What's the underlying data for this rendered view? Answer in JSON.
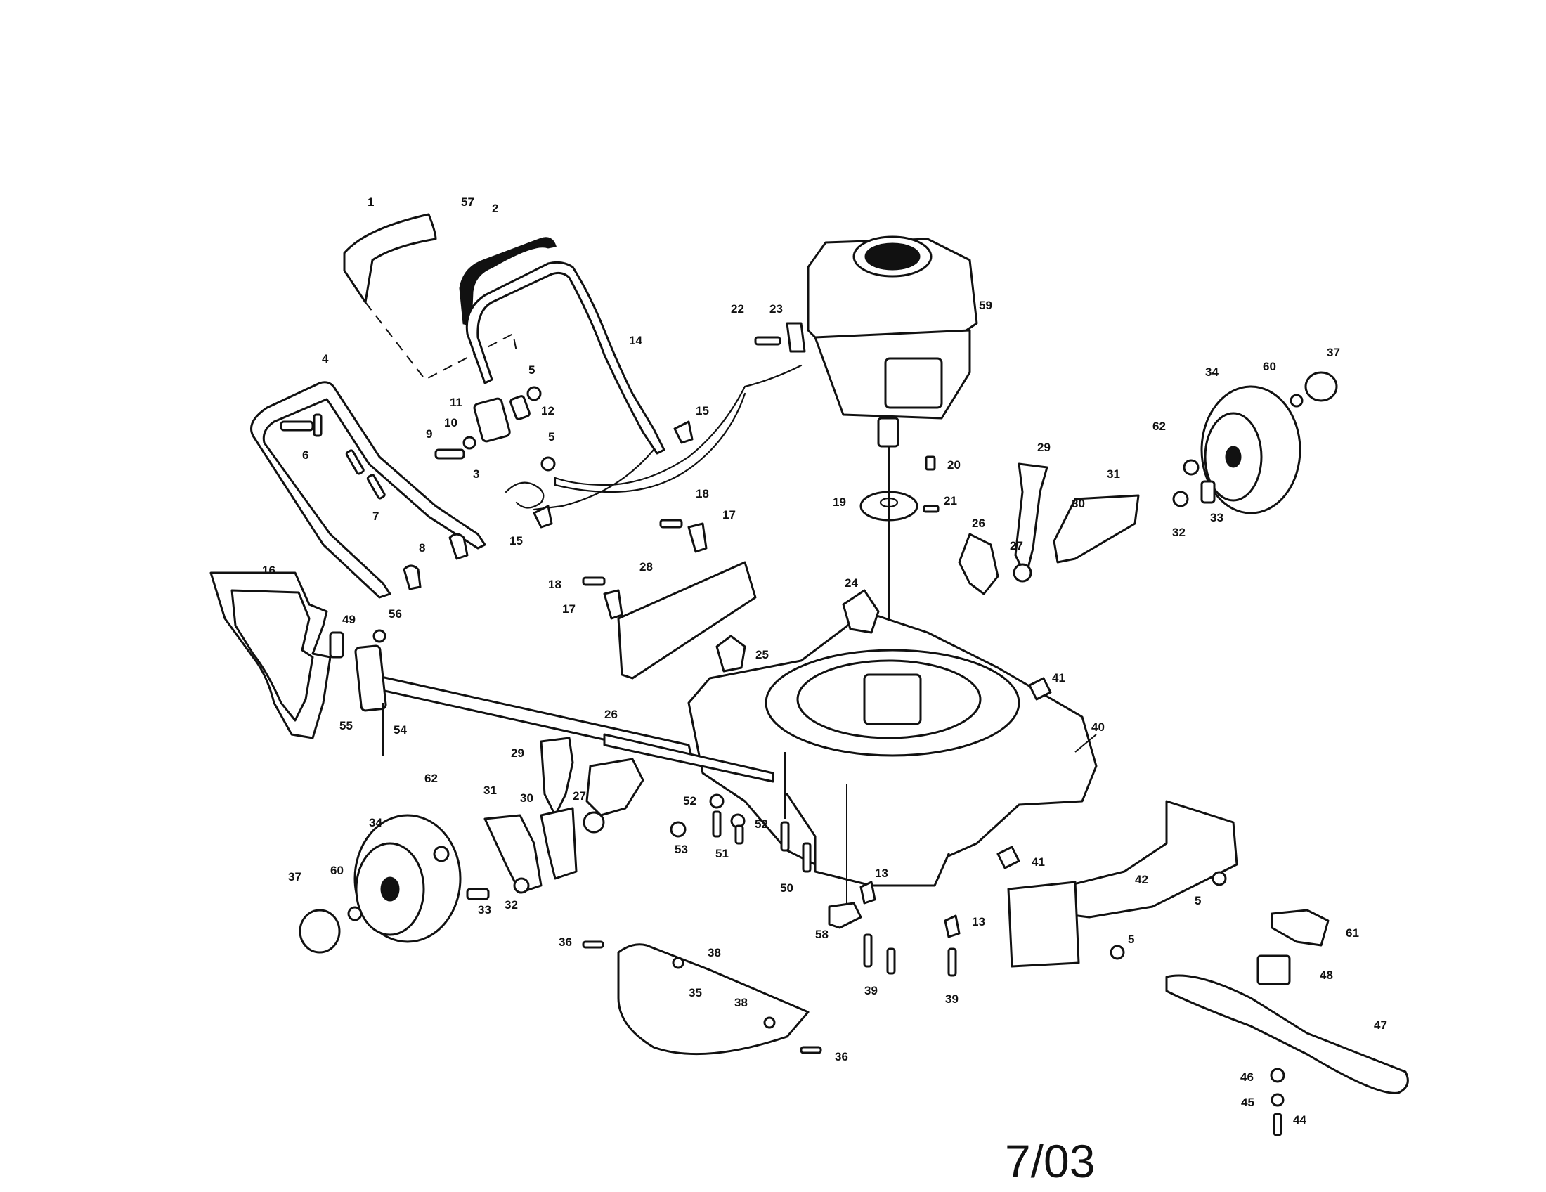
{
  "diagram": {
    "date_code": "7/03",
    "callouts": [
      "1",
      "2",
      "3",
      "4",
      "5",
      "6",
      "7",
      "8",
      "9",
      "10",
      "11",
      "12",
      "13",
      "14",
      "15",
      "16",
      "17",
      "18",
      "19",
      "20",
      "21",
      "22",
      "23",
      "24",
      "25",
      "26",
      "27",
      "28",
      "29",
      "30",
      "31",
      "32",
      "33",
      "34",
      "35",
      "36",
      "37",
      "38",
      "39",
      "40",
      "41",
      "42",
      "44",
      "45",
      "46",
      "47",
      "48",
      "49",
      "50",
      "51",
      "52",
      "53",
      "54",
      "55",
      "56",
      "57",
      "58",
      "59",
      "60",
      "61",
      "62"
    ]
  }
}
